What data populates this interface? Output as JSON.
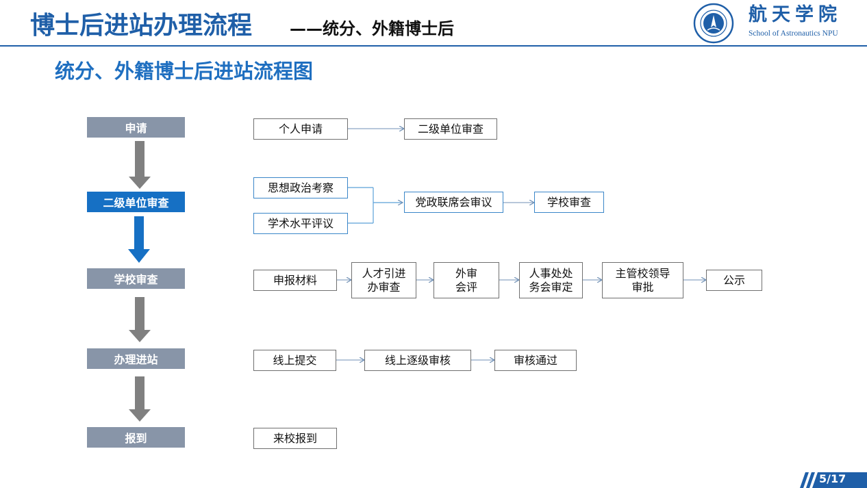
{
  "header": {
    "title": "博士后进站办理流程",
    "subtitle": "——统分、外籍博士后"
  },
  "logo": {
    "name_cn": "航天学院",
    "name_en": "School of Astronautics NPU"
  },
  "page_heading": "统分、外籍博士后进站流程图",
  "stages": [
    {
      "label": "申请"
    },
    {
      "label": "二级单位审查"
    },
    {
      "label": "学校审查"
    },
    {
      "label": "办理进站"
    },
    {
      "label": "报到"
    }
  ],
  "row1": {
    "steps": [
      "个人申请",
      "二级单位审查"
    ]
  },
  "row2": {
    "inputs": [
      "思想政治考察",
      "学术水平评议"
    ],
    "steps": [
      "党政联席会审议",
      "学校审查"
    ]
  },
  "row3": {
    "steps": [
      {
        "line1": "申报材料",
        "line2": ""
      },
      {
        "line1": "人才引进",
        "line2": "办审查"
      },
      {
        "line1": "外审",
        "line2": "会评"
      },
      {
        "line1": "人事处处",
        "line2": "务会审定"
      },
      {
        "line1": "主管校领导",
        "line2": "审批"
      },
      {
        "line1": "公示",
        "line2": ""
      }
    ]
  },
  "row4": {
    "steps": [
      "线上提交",
      "线上逐级审核",
      "审核通过"
    ]
  },
  "row5": {
    "steps": [
      "来校报到"
    ]
  },
  "footer": {
    "page_number": "5/17"
  },
  "colors": {
    "title_blue": "#1f5fa8",
    "heading_blue": "#1f6fc0",
    "stage_gray": "#8895a8",
    "stage_active": "#1670c4",
    "arrow_gray": "#808080",
    "arrow_blue": "#1670c4"
  }
}
